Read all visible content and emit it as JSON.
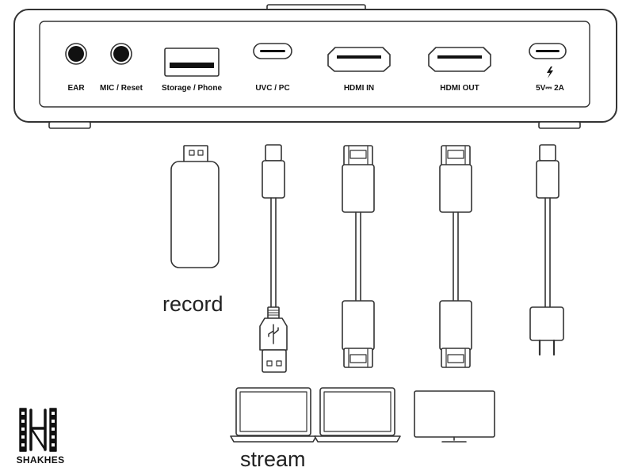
{
  "ports": {
    "ear": "EAR",
    "mic_reset": "MIC / Reset",
    "storage_phone": "Storage / Phone",
    "uvc_pc": "UVC / PC",
    "hdmi_in": "HDMI IN",
    "hdmi_out": "HDMI OUT",
    "power": "5V⎓ 2A"
  },
  "captions": {
    "record": "record",
    "stream": "stream"
  },
  "logo": {
    "text": "SHAKHES"
  },
  "icons": {
    "power_symbol": "lightning-bolt-icon"
  }
}
